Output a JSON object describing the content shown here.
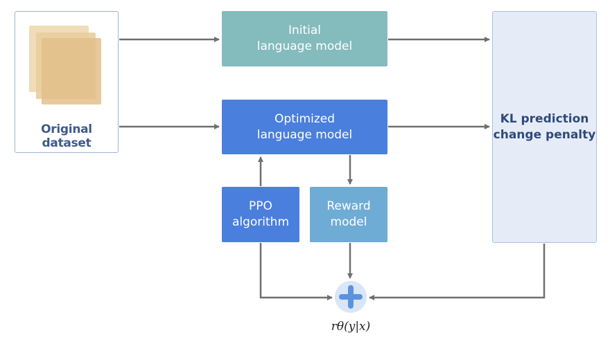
{
  "dataset": {
    "label": "Original dataset"
  },
  "initial_model": {
    "label": "Initial\nlanguage model"
  },
  "optimized_model": {
    "label": "Optimized\nlanguage model"
  },
  "ppo": {
    "label": "PPO\nalgorithm"
  },
  "reward_model": {
    "label": "Reward\nmodel"
  },
  "kl_penalty": {
    "label": "KL prediction\nchange penalty"
  },
  "output": {
    "label": "rθ(y|x)"
  },
  "colors": {
    "initial_model": "#84bbbd",
    "optimized_model": "#4a7fdd",
    "ppo": "#4a7fdd",
    "reward_model": "#6eacd6",
    "kl_penalty": "#e6ecf7",
    "arrow": "#6f6f6f"
  }
}
